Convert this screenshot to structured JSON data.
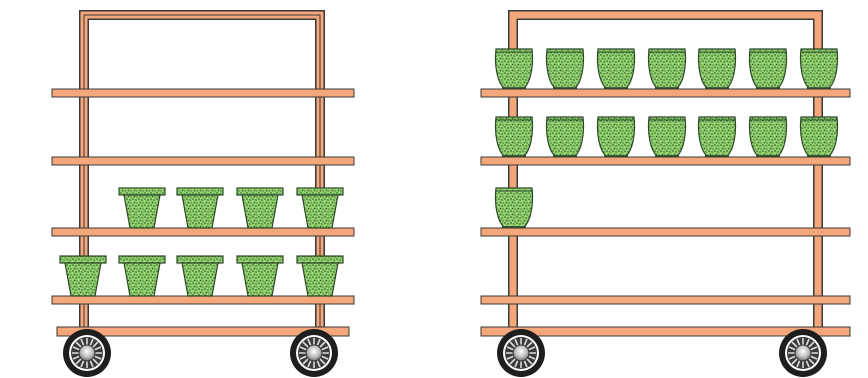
{
  "scene": {
    "description_free": true,
    "colors": {
      "frame": "#f4a77a",
      "frame_outline": "#3a3a3a",
      "pot_fill": "#8fcf6b",
      "pot_speckle": "#2f5a2a",
      "wheel_tire": "#1e1e1e",
      "wheel_hub": "#bdbdbd"
    },
    "icons": [
      "cart-frame",
      "flower-pot-icon",
      "wheel-icon"
    ],
    "carts": [
      {
        "name": "left-cart",
        "shelves": 5,
        "pot_style": "flared-trapezoid",
        "pots_per_shelf": [
          0,
          0,
          4,
          5
        ]
      },
      {
        "name": "right-cart",
        "shelves": 5,
        "pot_style": "rounded-cup",
        "pots_per_shelf": [
          7,
          7,
          1,
          0
        ]
      }
    ]
  }
}
